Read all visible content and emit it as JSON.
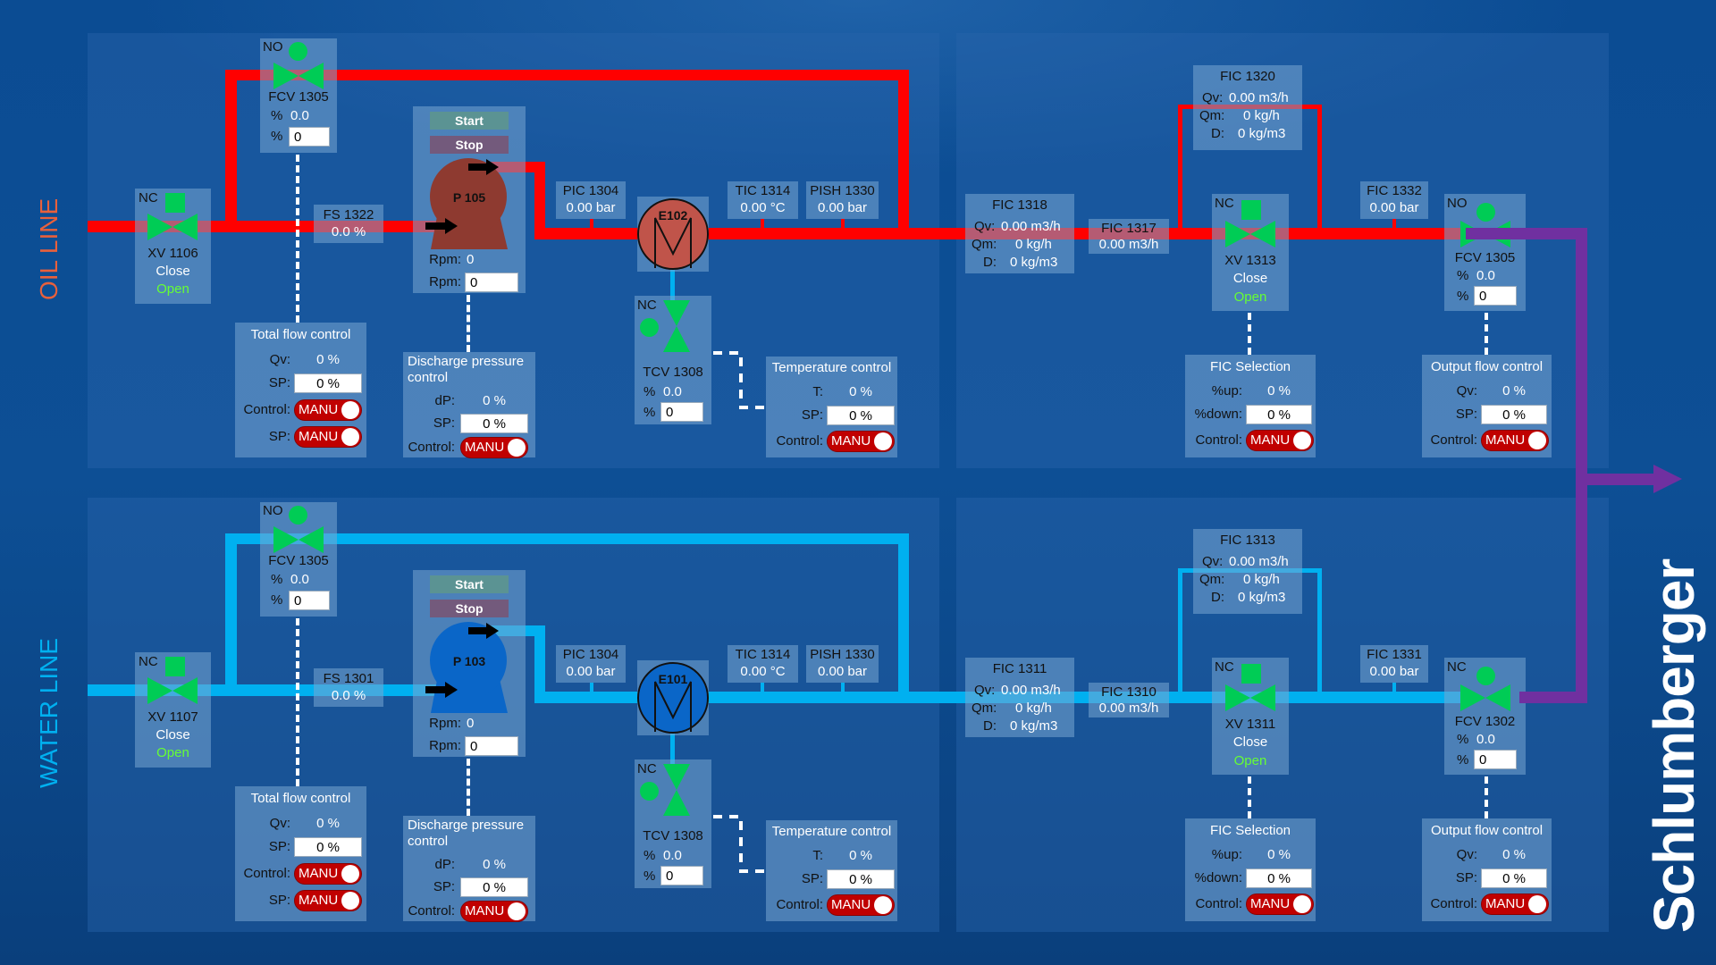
{
  "brand": "Schlumberger",
  "colors": {
    "oil_pipe": "#ff0000",
    "water_pipe": "#00b0f0",
    "output_pipe": "#7030a0",
    "valve": "#00cc55",
    "toggle": "#c00000",
    "oil_pump": "#8e3a30",
    "water_pump": "#0a66c8",
    "oil_title": "#e8603c",
    "water_title": "#00b0f0"
  },
  "lines": {
    "oil": {
      "title": "OIL LINE",
      "xv": {
        "mode": "NC",
        "tag": "XV 1106",
        "close": "Close",
        "open": "Open"
      },
      "fcv": {
        "mode": "NO",
        "tag": "FCV 1305",
        "pct": "%",
        "value": "0.0",
        "pct2": "%",
        "input": "0"
      },
      "fs": {
        "tag": "FS 1322",
        "value": "0.0 %"
      },
      "total_flow": {
        "title": "Total flow control",
        "qv_label": "Qv:",
        "qv": "0 %",
        "sp_label": "SP:",
        "sp": "0 %",
        "control_label": "Control:",
        "control": "MANU",
        "sp2_label": "SP:",
        "sp2": "MANU"
      },
      "pump": {
        "tag": "P 105",
        "start": "Start",
        "stop": "Stop",
        "rpm_label": "Rpm:",
        "rpm": "0",
        "rpm_input_label": "Rpm:",
        "rpm_input": "0"
      },
      "discharge": {
        "title": "Discharge pressure control",
        "dp_label": "dP:",
        "dp": "0 %",
        "sp_label": "SP:",
        "sp": "0 %",
        "control_label": "Control:",
        "control": "MANU"
      },
      "pic": {
        "tag": "PIC 1304",
        "value": "0.00 bar"
      },
      "exchanger": {
        "tag": "E102"
      },
      "tic": {
        "tag": "TIC 1314",
        "value": "0.00 °C"
      },
      "pish": {
        "tag": "PISH 1330",
        "value": "0.00 bar"
      },
      "tcv": {
        "mode": "NC",
        "tag": "TCV 1308",
        "pct": "%",
        "value": "0.0",
        "pct2": "%",
        "input": "0"
      },
      "temp_control": {
        "title": "Temperature control",
        "t_label": "T:",
        "t": "0 %",
        "sp_label": "SP:",
        "sp": "0 %",
        "control_label": "Control:",
        "control": "MANU"
      },
      "fic_in": {
        "tag": "FIC 1318",
        "qv_label": "Qv:",
        "qv": "0.00 m3/h",
        "qm_label": "Qm:",
        "qm": "0 kg/h",
        "d_label": "D:",
        "d": "0 kg/m3"
      },
      "fic_flow": {
        "tag": "FIC 1317",
        "value": "0.00 m3/h"
      },
      "fic_bypass": {
        "tag": "FIC 1320",
        "qv_label": "Qv:",
        "qv": "0.00 m3/h",
        "qm_label": "Qm:",
        "qm": "0 kg/h",
        "d_label": "D:",
        "d": "0 kg/m3"
      },
      "xv_out": {
        "mode": "NC",
        "tag": "XV 1313",
        "close": "Close",
        "open": "Open"
      },
      "fic_pressure": {
        "tag": "FIC 1332",
        "value": "0.00 bar"
      },
      "fcv_out": {
        "mode": "NO",
        "tag": "FCV 1305",
        "pct": "%",
        "value": "0.0",
        "pct2": "%",
        "input": "0"
      },
      "fic_selection": {
        "title": "FIC Selection",
        "up_label": "%up:",
        "up": "0 %",
        "down_label": "%down:",
        "down": "0 %",
        "control_label": "Control:",
        "control": "MANU"
      },
      "output_flow": {
        "title": "Output flow control",
        "qv_label": "Qv:",
        "qv": "0 %",
        "sp_label": "SP:",
        "sp": "0 %",
        "control_label": "Control:",
        "control": "MANU"
      }
    },
    "water": {
      "title": "WATER LINE",
      "xv": {
        "mode": "NC",
        "tag": "XV 1107",
        "close": "Close",
        "open": "Open"
      },
      "fcv": {
        "mode": "NO",
        "tag": "FCV 1305",
        "pct": "%",
        "value": "0.0",
        "pct2": "%",
        "input": "0"
      },
      "fs": {
        "tag": "FS 1301",
        "value": "0.0 %"
      },
      "total_flow": {
        "title": "Total flow control",
        "qv_label": "Qv:",
        "qv": "0 %",
        "sp_label": "SP:",
        "sp": "0 %",
        "control_label": "Control:",
        "control": "MANU",
        "sp2_label": "SP:",
        "sp2": "MANU"
      },
      "pump": {
        "tag": "P 103",
        "start": "Start",
        "stop": "Stop",
        "rpm_label": "Rpm:",
        "rpm": "0",
        "rpm_input_label": "Rpm:",
        "rpm_input": "0"
      },
      "discharge": {
        "title": "Discharge pressure control",
        "dp_label": "dP:",
        "dp": "0 %",
        "sp_label": "SP:",
        "sp": "0 %",
        "control_label": "Control:",
        "control": "MANU"
      },
      "pic": {
        "tag": "PIC 1304",
        "value": "0.00 bar"
      },
      "exchanger": {
        "tag": "E101"
      },
      "tic": {
        "tag": "TIC 1314",
        "value": "0.00 °C"
      },
      "pish": {
        "tag": "PISH 1330",
        "value": "0.00 bar"
      },
      "tcv": {
        "mode": "NC",
        "tag": "TCV 1308",
        "pct": "%",
        "value": "0.0",
        "pct2": "%",
        "input": "0"
      },
      "temp_control": {
        "title": "Temperature control",
        "t_label": "T:",
        "t": "0 %",
        "sp_label": "SP:",
        "sp": "0 %",
        "control_label": "Control:",
        "control": "MANU"
      },
      "fic_in": {
        "tag": "FIC 1311",
        "qv_label": "Qv:",
        "qv": "0.00 m3/h",
        "qm_label": "Qm:",
        "qm": "0 kg/h",
        "d_label": "D:",
        "d": "0 kg/m3"
      },
      "fic_flow": {
        "tag": "FIC 1310",
        "value": "0.00 m3/h"
      },
      "fic_bypass": {
        "tag": "FIC 1313",
        "qv_label": "Qv:",
        "qv": "0.00 m3/h",
        "qm_label": "Qm:",
        "qm": "0 kg/h",
        "d_label": "D:",
        "d": "0 kg/m3"
      },
      "xv_out": {
        "mode": "NC",
        "tag": "XV 1311",
        "close": "Close",
        "open": "Open"
      },
      "fic_pressure": {
        "tag": "FIC 1331",
        "value": "0.00 bar"
      },
      "fcv_out": {
        "mode": "NC",
        "tag": "FCV 1302",
        "pct": "%",
        "value": "0.0",
        "pct2": "%",
        "input": "0"
      },
      "fic_selection": {
        "title": "FIC Selection",
        "up_label": "%up:",
        "up": "0 %",
        "down_label": "%down:",
        "down": "0 %",
        "control_label": "Control:",
        "control": "MANU"
      },
      "output_flow": {
        "title": "Output flow control",
        "qv_label": "Qv:",
        "qv": "0 %",
        "sp_label": "SP:",
        "sp": "0 %",
        "control_label": "Control:",
        "control": "MANU"
      }
    }
  }
}
